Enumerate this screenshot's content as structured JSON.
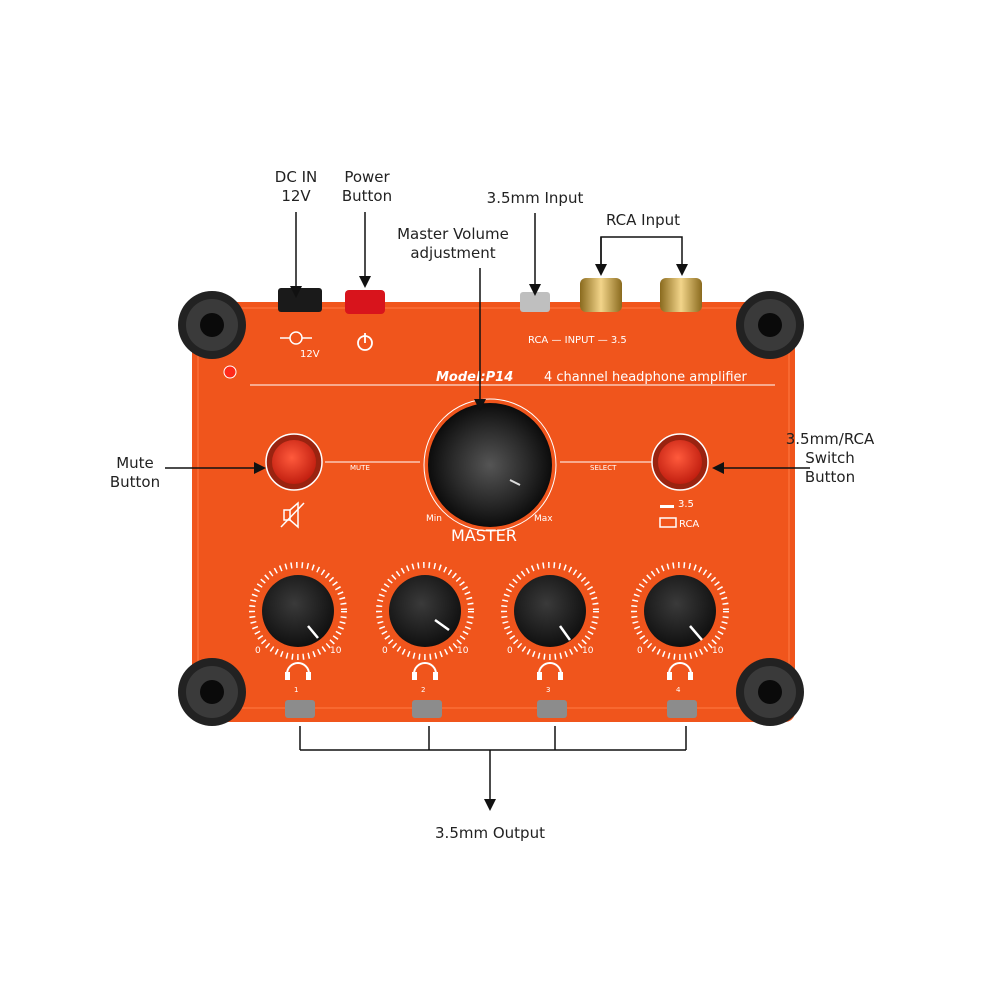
{
  "callouts": {
    "dc_in": "DC IN\n12V",
    "power": "Power\nButton",
    "input35": "3.5mm Input",
    "master_vol": "Master Volume\nadjustment",
    "rca_input": "RCA Input",
    "mute": "Mute\nButton",
    "switch": "3.5mm/RCA\nSwitch\nButton",
    "output": "3.5mm Output"
  },
  "panel": {
    "model": "Model:P14",
    "title": "4 channel headphone amplifier",
    "master_label": "MASTER",
    "min_label": "Min",
    "max_label": "Max",
    "mute_label": "MUTE",
    "select_label": "SELECT",
    "dc_label": "12V",
    "input_label": "RCA — INPUT — 3.5",
    "opt_35": "3.5",
    "opt_rca": "RCA",
    "channels": [
      {
        "num": "1",
        "min": "0",
        "max": "10"
      },
      {
        "num": "2",
        "min": "0",
        "max": "10"
      },
      {
        "num": "3",
        "min": "0",
        "max": "10"
      },
      {
        "num": "4",
        "min": "0",
        "max": "10"
      }
    ]
  },
  "colors": {
    "panel": "#f0551c",
    "panel_edge": "#d9430f",
    "button": "#e8321c",
    "knob": "#1c1c1c"
  },
  "icons": [
    "power-icon",
    "mute-speaker-icon",
    "headphone-icon",
    "led-indicator"
  ]
}
